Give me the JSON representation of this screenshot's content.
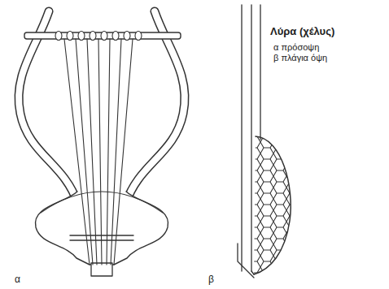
{
  "diagram": {
    "title": "Λύρα (χέλυς)",
    "labels": [
      "α πρόσοψη",
      "β πλάγια όψη",
      "α",
      "β"
    ]
  }
}
